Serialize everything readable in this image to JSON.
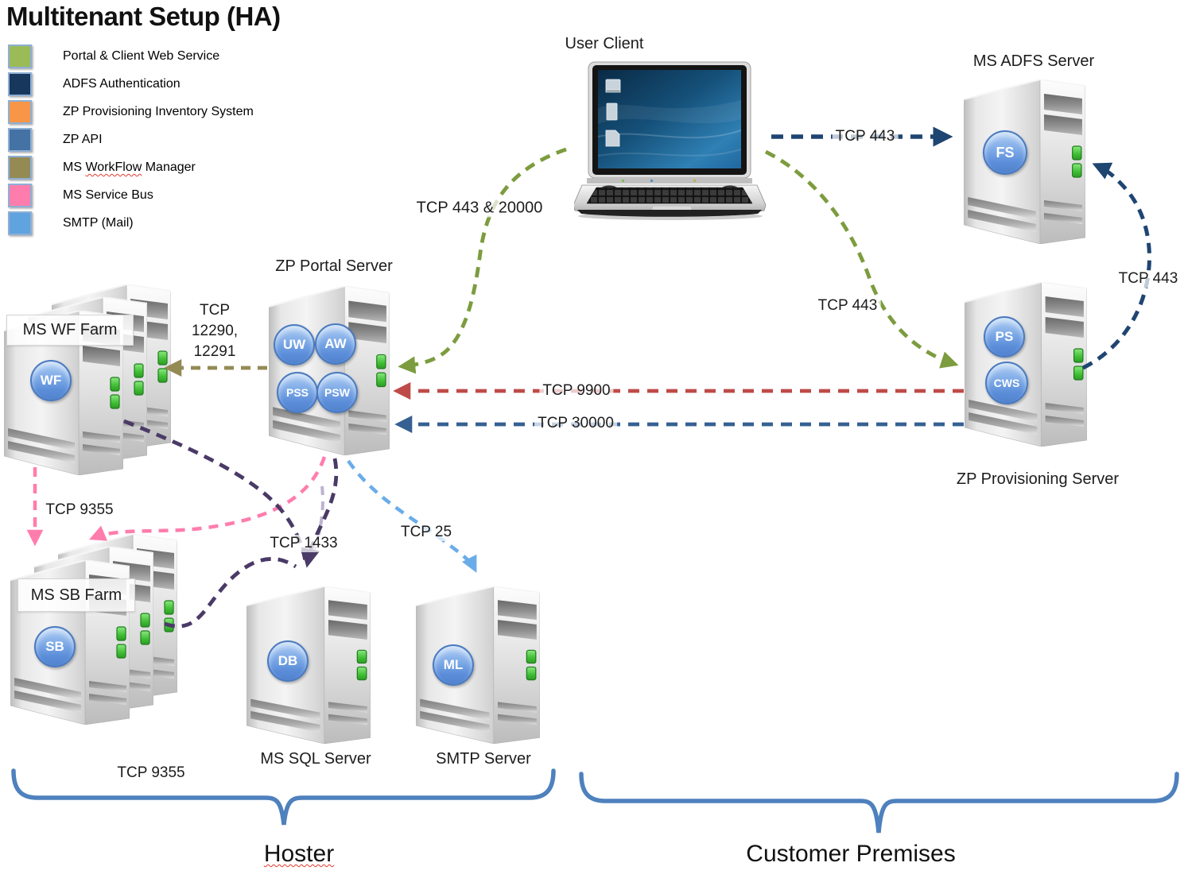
{
  "title": "Multitenant Setup (HA)",
  "legend": {
    "items": [
      {
        "label": "Portal & Client Web Service",
        "color": "#9BBB59"
      },
      {
        "label": "ADFS Authentication",
        "color": "#17375D"
      },
      {
        "label": "ZP Provisioning Inventory System",
        "color": "#F79646"
      },
      {
        "label": "ZP API",
        "color": "#4472A4"
      },
      {
        "label": "MS WorkFlow Manager",
        "color": "#948A54",
        "prefix": "MS ",
        "wavy_word": "WorkFlow",
        "suffix": " Manager"
      },
      {
        "label": "MS Service Bus",
        "color": "#FF7DAD"
      },
      {
        "label": "SMTP (Mail)",
        "color": "#5FA4DF"
      }
    ]
  },
  "nodes": {
    "user_client": {
      "label": "User Client"
    },
    "adfs": {
      "label": "MS ADFS Server",
      "badges": [
        "FS"
      ]
    },
    "portal": {
      "label": "ZP Portal Server",
      "badges": [
        "UW",
        "AW",
        "PSS",
        "PSW"
      ]
    },
    "wf_farm": {
      "label": "MS WF Farm",
      "badges": [
        "WF"
      ]
    },
    "provisioning": {
      "label": "ZP Provisioning Server",
      "badges": [
        "PS",
        "CWS"
      ]
    },
    "sb_farm": {
      "label": "MS SB Farm",
      "badges": [
        "SB"
      ]
    },
    "sql": {
      "label": "MS SQL Server",
      "badges": [
        "DB"
      ]
    },
    "smtp": {
      "label": "SMTP Server",
      "badges": [
        "ML"
      ]
    }
  },
  "connections": {
    "client_adfs": {
      "label": "TCP 443",
      "color": "#1F4571"
    },
    "client_portal": {
      "label": "TCP 443 & 20000",
      "color": "#7C9C3E"
    },
    "client_provisioning": {
      "label": "TCP 443",
      "color": "#7C9C3E"
    },
    "provisioning_adfs": {
      "label": "TCP 443",
      "color": "#1F4571"
    },
    "provisioning_portal_9900": {
      "label": "TCP 9900",
      "color": "#BE4B48"
    },
    "provisioning_portal_30000": {
      "label": "TCP 30000",
      "color": "#366092"
    },
    "portal_wf": {
      "label": "TCP 12290, 12291",
      "lines": [
        "TCP",
        "12290,",
        "12291"
      ],
      "color": "#948A54"
    },
    "wf_sb": {
      "label": "TCP 9355",
      "color": "#FF7DAD"
    },
    "sb_farm_port": {
      "label": "TCP 9355",
      "color": "#FF7DAD"
    },
    "to_sql": {
      "label": "TCP 1433",
      "color": "#4A3A67"
    },
    "to_smtp": {
      "label": "TCP 25",
      "color": "#6AACE9"
    }
  },
  "regions": {
    "hoster": {
      "label": "Hoster"
    },
    "customer": {
      "label": "Customer Premises"
    }
  },
  "colors": {
    "brace": "#4E81BD",
    "badge_fill": "#6F9FE2",
    "led_green": "#3FBE33"
  }
}
